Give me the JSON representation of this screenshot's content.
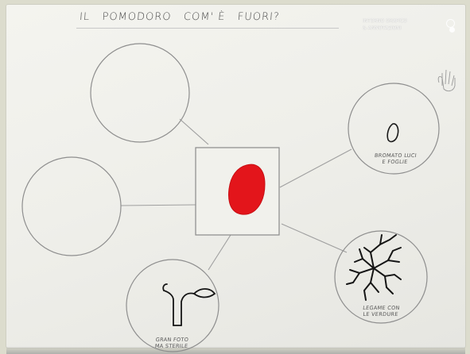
{
  "title": "IL   POMODORO   COM' È   FUORI?",
  "watermark": {
    "line1": "INTERNO GRAFICO",
    "line2": "& ANNOTAZIONI"
  },
  "node_labels": {
    "top_right": "BROMATO LUCI\nE FOGLIE",
    "bottom_right": "LEGAME CON\nLE VERDURE",
    "bottom": "GRAN FOTO\nMA STERILE"
  },
  "colors": {
    "paper": "#efefea",
    "pencil": "#9a9a9a",
    "ink": "#1a1a1a",
    "tomato_red": "#e3151b"
  },
  "icons": {
    "center": "tomato-blob",
    "top_right": "seed-outline",
    "bottom_right": "roots-scribble",
    "bottom": "stem-with-leaf",
    "top_right_corner": "hand-sketch"
  }
}
